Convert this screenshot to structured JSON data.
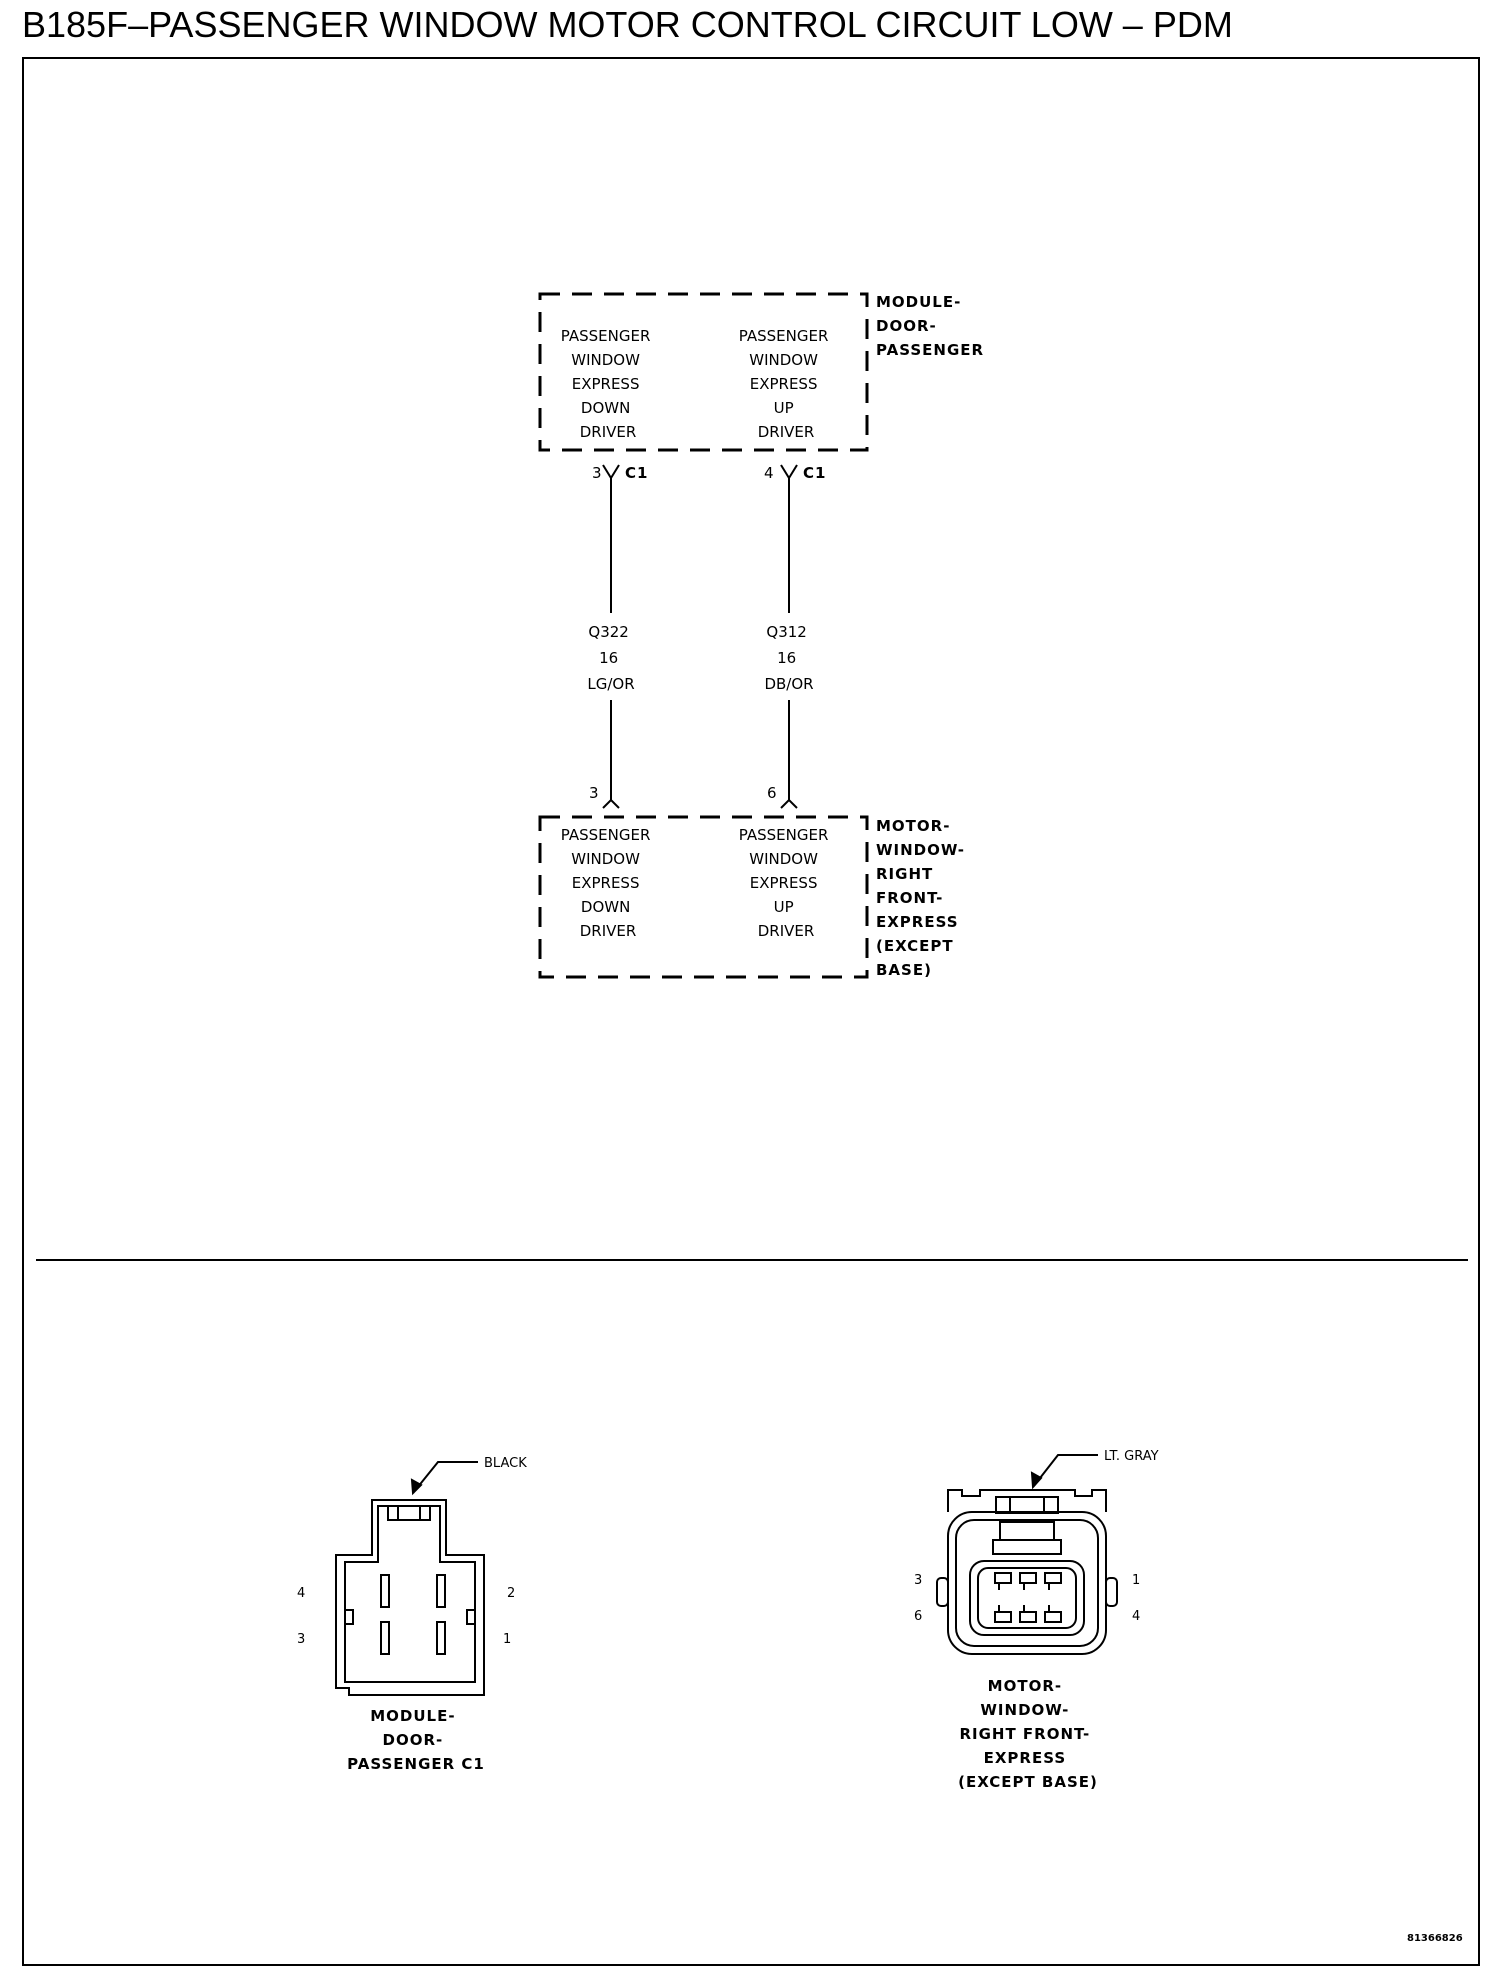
{
  "title": "B185F–PASSENGER WINDOW MOTOR CONTROL CIRCUIT LOW – PDM",
  "module_door": {
    "label": [
      "MODULE-",
      "DOOR-",
      "PASSENGER"
    ],
    "left_func": [
      "PASSENGER",
      "WINDOW",
      "EXPRESS",
      "DOWN",
      "DRIVER"
    ],
    "right_func": [
      "PASSENGER",
      "WINDOW",
      "EXPRESS",
      "UP",
      "DRIVER"
    ],
    "left_pin": "3",
    "right_pin": "4",
    "connector": "C1"
  },
  "wires": [
    {
      "circuit": "Q322",
      "gauge": "16",
      "color": "LG/OR"
    },
    {
      "circuit": "Q312",
      "gauge": "16",
      "color": "DB/OR"
    }
  ],
  "motor_window": {
    "label": [
      "MOTOR-",
      "WINDOW-",
      "RIGHT",
      "FRONT-",
      "EXPRESS",
      "(EXCEPT",
      "BASE)"
    ],
    "left_func": [
      "PASSENGER",
      "WINDOW",
      "EXPRESS",
      "DOWN",
      "DRIVER"
    ],
    "right_func": [
      "PASSENGER",
      "WINDOW",
      "EXPRESS",
      "UP",
      "DRIVER"
    ],
    "left_pin": "3",
    "right_pin": "6"
  },
  "connector_views": {
    "c1": {
      "color": "BLACK",
      "pins": {
        "tl": "4",
        "tr": "2",
        "bl": "3",
        "br": "1"
      },
      "caption": [
        "MODULE-",
        "DOOR-",
        "PASSENGER C1"
      ]
    },
    "motor": {
      "color": "LT. GRAY",
      "pins": {
        "tl": "3",
        "tr": "1",
        "bl": "6",
        "br": "4"
      },
      "caption": [
        "MOTOR-",
        "WINDOW-",
        "RIGHT FRONT-",
        "EXPRESS",
        "(EXCEPT BASE)"
      ]
    }
  },
  "figure_id": "81366826"
}
